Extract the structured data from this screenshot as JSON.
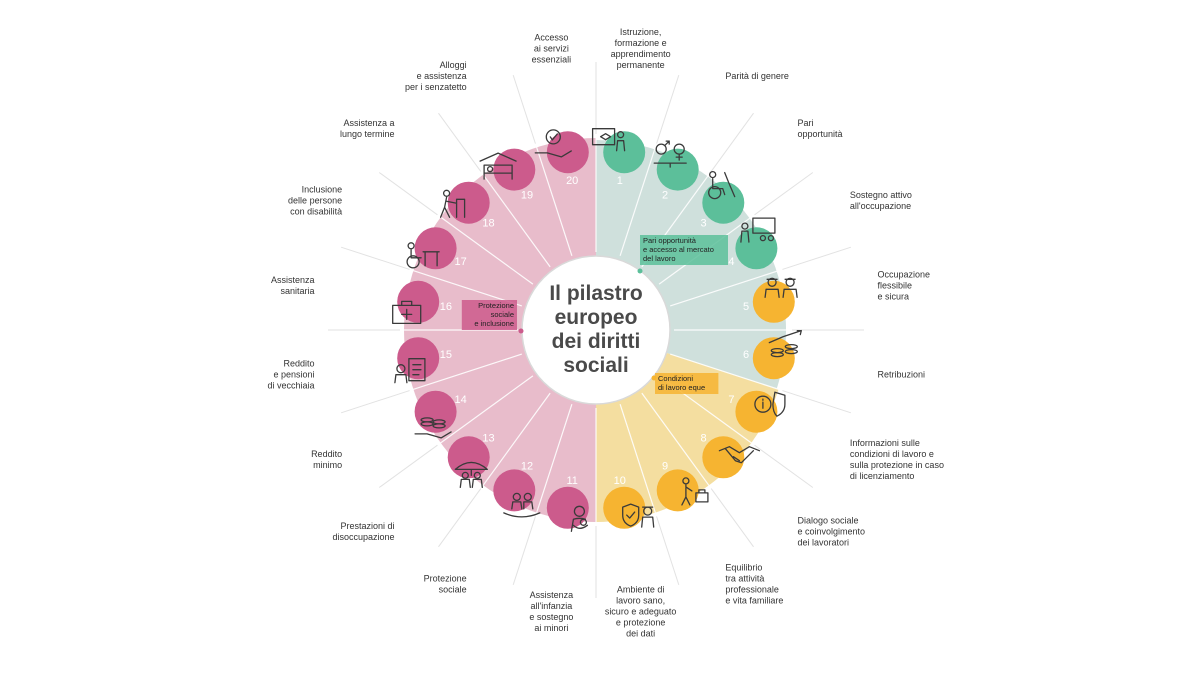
{
  "center_title": [
    "Il pilastro",
    "europeo",
    "dei diritti",
    "sociali"
  ],
  "chapters": [
    {
      "id": "equal-opportunities",
      "label": [
        "Pari opportunità",
        "e accesso al mercato",
        "del lavoro"
      ],
      "color": "#cfe0dc",
      "dot": "#5cbf9a",
      "tag_color": "#5cbf9a"
    },
    {
      "id": "fair-working",
      "label": [
        "Condizioni",
        "di lavoro eque"
      ],
      "color": "#f4dea0",
      "dot": "#f6b431",
      "tag_color": "#f6b431"
    },
    {
      "id": "social-protection",
      "label": [
        "Protezione",
        "sociale",
        "e inclusione"
      ],
      "color": "#e8bccb",
      "dot": "#cc5b8c",
      "tag_color": "#cc5b8c"
    }
  ],
  "principles": [
    {
      "num": "1",
      "icon": "teacher-board-icon",
      "label": [
        "Istruzione,",
        "formazione e",
        "apprendimento",
        "permanente"
      ]
    },
    {
      "num": "2",
      "icon": "gender-balance-icon",
      "label": [
        "Parità di genere"
      ]
    },
    {
      "num": "3",
      "icon": "wheelchair-ramp-icon",
      "label": [
        "Pari",
        "opportunità"
      ]
    },
    {
      "num": "4",
      "icon": "presentation-group-icon",
      "label": [
        "Sostegno attivo",
        "all'occupazione"
      ]
    },
    {
      "num": "5",
      "icon": "workers-group-icon",
      "label": [
        "Occupazione",
        "flessibile",
        "e sicura"
      ]
    },
    {
      "num": "6",
      "icon": "coins-growth-icon",
      "label": [
        "Retribuzioni"
      ]
    },
    {
      "num": "7",
      "icon": "info-shield-icon",
      "label": [
        "Informazioni sulle",
        "condizioni di lavoro e",
        "sulla protezione in caso",
        "di licenziamento"
      ]
    },
    {
      "num": "8",
      "icon": "handshake-icon",
      "label": [
        "Dialogo sociale",
        "e coinvolgimento",
        "dei lavoratori"
      ]
    },
    {
      "num": "9",
      "icon": "parent-briefcase-icon",
      "label": [
        "Equilibrio",
        "tra attività",
        "professionale",
        "e vita familiare"
      ]
    },
    {
      "num": "10",
      "icon": "worker-shield-icon",
      "label": [
        "Ambiente di",
        "lavoro sano,",
        "sicuro e adeguato",
        "e protezione",
        "dei dati"
      ]
    },
    {
      "num": "11",
      "icon": "child-care-icon",
      "label": [
        "Assistenza",
        "all'infanzia",
        "e sostegno",
        "ai minori"
      ]
    },
    {
      "num": "12",
      "icon": "protected-workers-icon",
      "label": [
        "Protezione",
        "sociale"
      ]
    },
    {
      "num": "13",
      "icon": "umbrella-people-icon",
      "label": [
        "Prestazioni di",
        "disoccupazione"
      ]
    },
    {
      "num": "14",
      "icon": "coins-hand-icon",
      "label": [
        "Reddito",
        "minimo"
      ]
    },
    {
      "num": "15",
      "icon": "elderly-document-icon",
      "label": [
        "Reddito",
        "e pensioni",
        "di vecchiaia"
      ]
    },
    {
      "num": "16",
      "icon": "medical-kit-icon",
      "label": [
        "Assistenza",
        "sanitaria"
      ]
    },
    {
      "num": "17",
      "icon": "wheelchair-desk-icon",
      "label": [
        "Inclusione",
        "delle persone",
        "con disabilità"
      ]
    },
    {
      "num": "18",
      "icon": "elderly-walker-icon",
      "label": [
        "Assistenza a",
        "lungo termine"
      ]
    },
    {
      "num": "19",
      "icon": "shelter-bed-icon",
      "label": [
        "Alloggi",
        "e assistenza",
        "per i senzatetto"
      ]
    },
    {
      "num": "20",
      "icon": "hand-check-icon",
      "label": [
        "Accesso",
        "ai servizi",
        "essenziali"
      ]
    }
  ]
}
